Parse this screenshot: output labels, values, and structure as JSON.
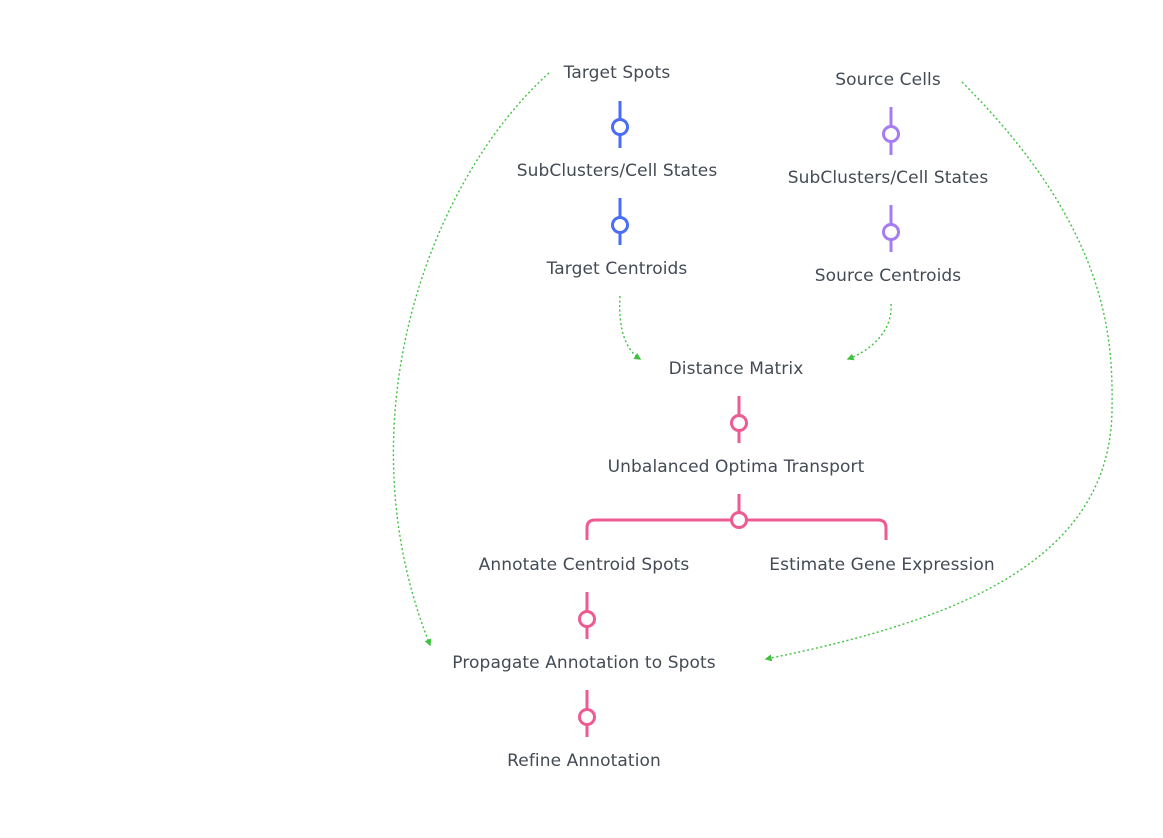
{
  "colors": {
    "target_branch": "#4a6cf7",
    "source_branch": "#a57cf1",
    "main_branch": "#ee5b93",
    "dotted_links": "#3dc23d",
    "text": "#444b55",
    "background": "#ffffff"
  },
  "nodes": {
    "target_spots": "Target Spots",
    "target_subclusters": "SubClusters/Cell States",
    "target_centroids": "Target Centroids",
    "source_cells": "Source Cells",
    "source_subclusters": "SubClusters/Cell States",
    "source_centroids": "Source Centroids",
    "distance_matrix": "Distance Matrix",
    "unbalanced_ot": "Unbalanced Optima Transport",
    "annotate_centroid_spots": "Annotate Centroid Spots",
    "estimate_gene_expression": "Estimate Gene Expression",
    "propagate_annotation": "Propagate Annotation to Spots",
    "refine_annotation": "Refine Annotation"
  },
  "edges": [
    {
      "from": "target_spots",
      "to": "target_subclusters",
      "style": "solid"
    },
    {
      "from": "target_subclusters",
      "to": "target_centroids",
      "style": "solid"
    },
    {
      "from": "source_cells",
      "to": "source_subclusters",
      "style": "solid"
    },
    {
      "from": "source_subclusters",
      "to": "source_centroids",
      "style": "solid"
    },
    {
      "from": "distance_matrix",
      "to": "unbalanced_ot",
      "style": "solid"
    },
    {
      "from": "unbalanced_ot",
      "to": "annotate_centroid_spots",
      "style": "solid"
    },
    {
      "from": "unbalanced_ot",
      "to": "estimate_gene_expression",
      "style": "solid"
    },
    {
      "from": "annotate_centroid_spots",
      "to": "propagate_annotation",
      "style": "solid"
    },
    {
      "from": "propagate_annotation",
      "to": "refine_annotation",
      "style": "solid"
    },
    {
      "from": "target_centroids",
      "to": "distance_matrix",
      "style": "dotted-arrow"
    },
    {
      "from": "source_centroids",
      "to": "distance_matrix",
      "style": "dotted-arrow"
    },
    {
      "from": "target_spots",
      "to": "propagate_annotation",
      "style": "dotted-arrow"
    },
    {
      "from": "source_cells",
      "to": "propagate_annotation",
      "style": "dotted-arrow"
    }
  ]
}
